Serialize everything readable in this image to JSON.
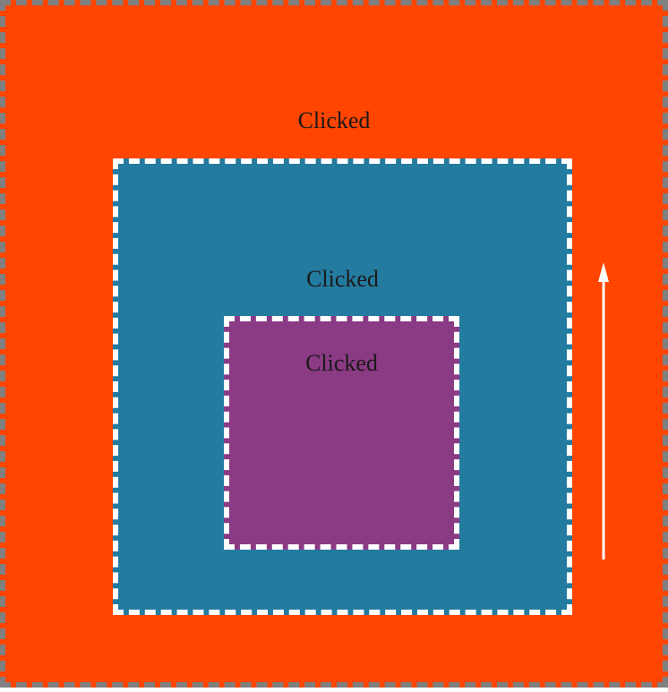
{
  "outer_box": {
    "label": "Clicked",
    "color": "#ff4500",
    "border_color": "#808080"
  },
  "middle_box": {
    "label": "Clicked",
    "color": "#247ba0",
    "border_color": "#ffffff"
  },
  "inner_box": {
    "label": "Clicked",
    "color": "#8b3a84",
    "border_color": "#ffffff"
  },
  "arrow": {
    "direction": "up",
    "color": "#ffffff"
  }
}
